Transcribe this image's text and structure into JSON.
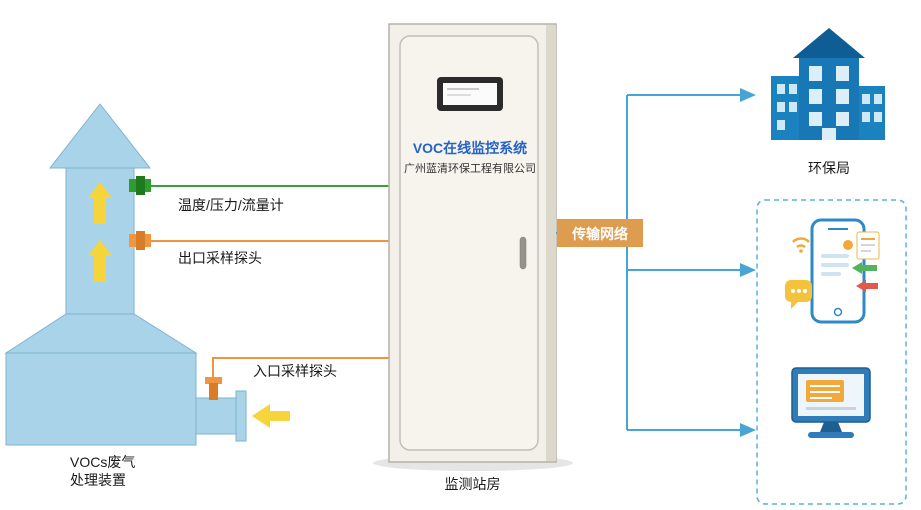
{
  "diagram": {
    "device": {
      "name_line1": "VOCs废气",
      "name_line2": "处理装置",
      "sensors": {
        "temp_flow": "温度/压力/流量计",
        "outlet": "出口采样探头",
        "inlet": "入口采样探头"
      }
    },
    "cabinet": {
      "title": "VOC在线监控系统",
      "company": "广州蓝清环保工程有限公司",
      "label": "监测站房"
    },
    "network": {
      "label": "传输网络"
    },
    "destinations": {
      "epa": {
        "label": "环保局"
      },
      "mobile": {
        "icon": "mobile-app-icon"
      },
      "computer": {
        "icon": "desktop-monitor-icon"
      }
    },
    "colors": {
      "tower_fill": "#a9d3e9",
      "arrow_yellow": "#f6d43c",
      "sensor_green": "#2f9e2f",
      "sensor_orange": "#ef9640",
      "line_blue": "#47a5d5",
      "building_blue": "#1878b6",
      "network_bg": "#dd9c4e",
      "title_blue": "#2563c5"
    }
  }
}
